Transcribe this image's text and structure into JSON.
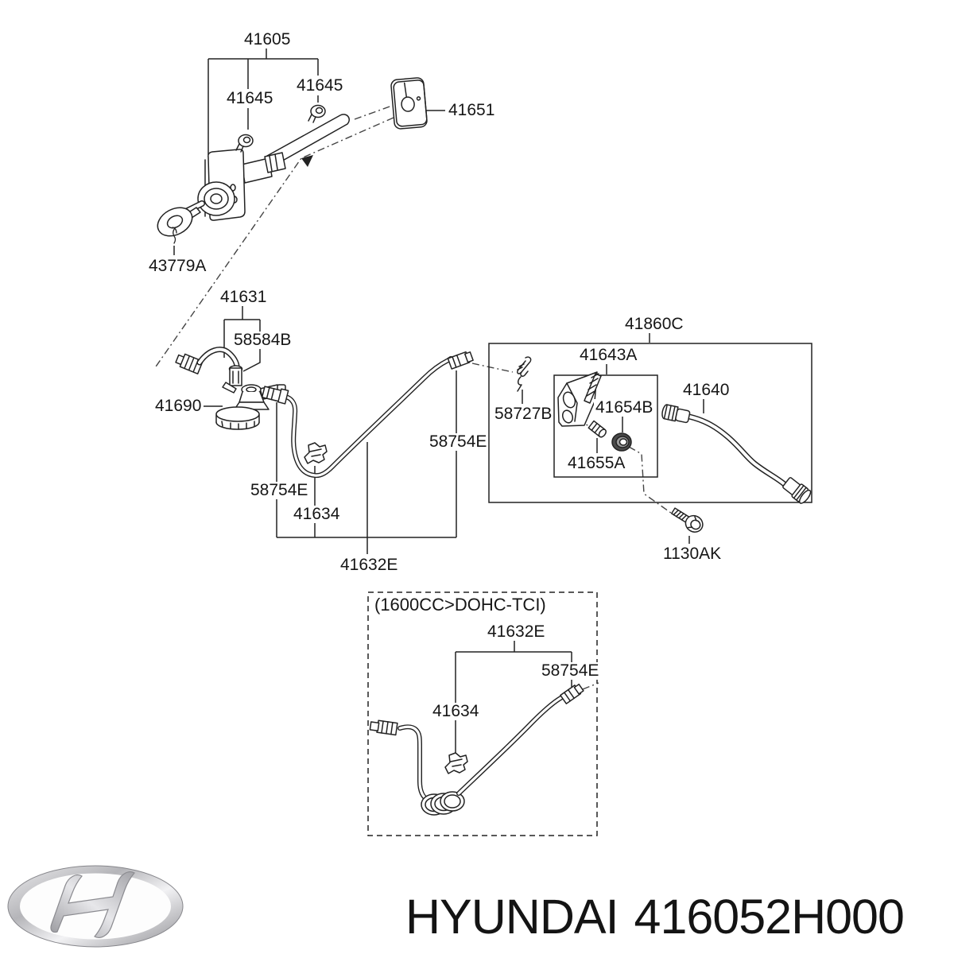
{
  "parts": {
    "p41605": "41605",
    "p41645_l": "41645",
    "p41645_r": "41645",
    "p41651": "41651",
    "p43779A": "43779A",
    "p41631": "41631",
    "p58584B": "58584B",
    "p41690": "41690",
    "p58754E_a": "58754E",
    "p41634_a": "41634",
    "p41632E_a": "41632E",
    "p58754E_b": "58754E",
    "p41860C": "41860C",
    "p41643A": "41643A",
    "p58727B": "58727B",
    "p41654B": "41654B",
    "p41655A": "41655A",
    "p41640": "41640",
    "p1130AK": "1130AK",
    "variant_note": "(1600CC>DOHC-TCI)",
    "p41632E_c": "41632E",
    "p41634_c": "41634",
    "p58754E_c": "58754E"
  },
  "footer": {
    "brand": "HYUNDAI",
    "part_number": "416052H000",
    "logo": "hyundai-oval-h-logo"
  },
  "colors": {
    "line": "#222222",
    "dash_line": "#444444",
    "text": "#161616",
    "background": "#ffffff",
    "logo_silver_light": "#f2f2f4",
    "logo_silver_dark": "#8f8f94"
  }
}
